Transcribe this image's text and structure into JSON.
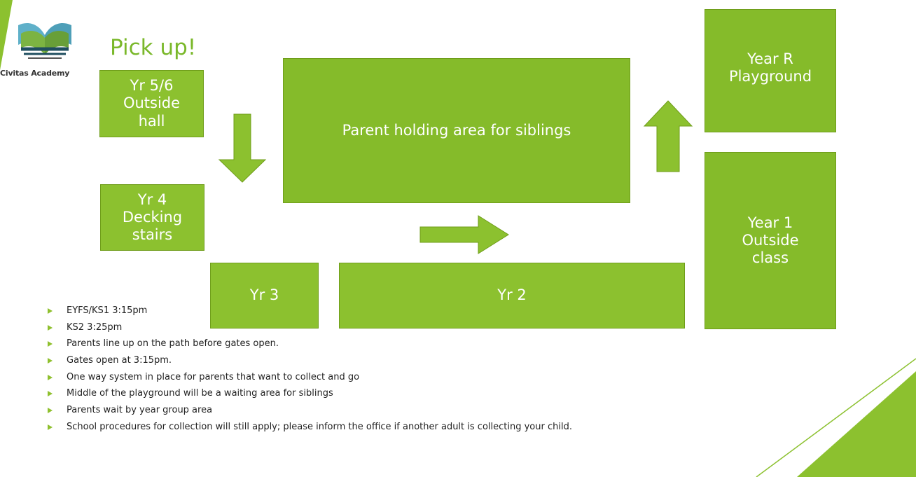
{
  "brand": {
    "logo_text": "Civitas Academy",
    "icon": "open-book-logo-icon",
    "accent_color": "#8cc12f",
    "title_color": "#7ab82a"
  },
  "title": "Pick up!",
  "areas": {
    "yr56": "Yr 5/6\nOutside\nhall",
    "yr4": "Yr 4\nDecking\nstairs",
    "yr3": "Yr 3",
    "yr2": "Yr 2",
    "holding": "Parent holding area for siblings",
    "yearR": "Year R\nPlayground",
    "year1": "Year 1\nOutside\nclass"
  },
  "arrows": [
    "arrow-down-icon",
    "arrow-right-icon",
    "arrow-up-icon"
  ],
  "bullets": [
    "EYFS/KS1 3:15pm",
    "KS2 3:25pm",
    "Parents line up on the path before gates open.",
    "Gates open at 3:15pm.",
    "One way system in place for parents that want to collect and go",
    "Middle of the playground will be a waiting area for siblings",
    "Parents wait by year group area",
    "School procedures for collection will still apply; please inform the office if another adult is collecting your child."
  ]
}
